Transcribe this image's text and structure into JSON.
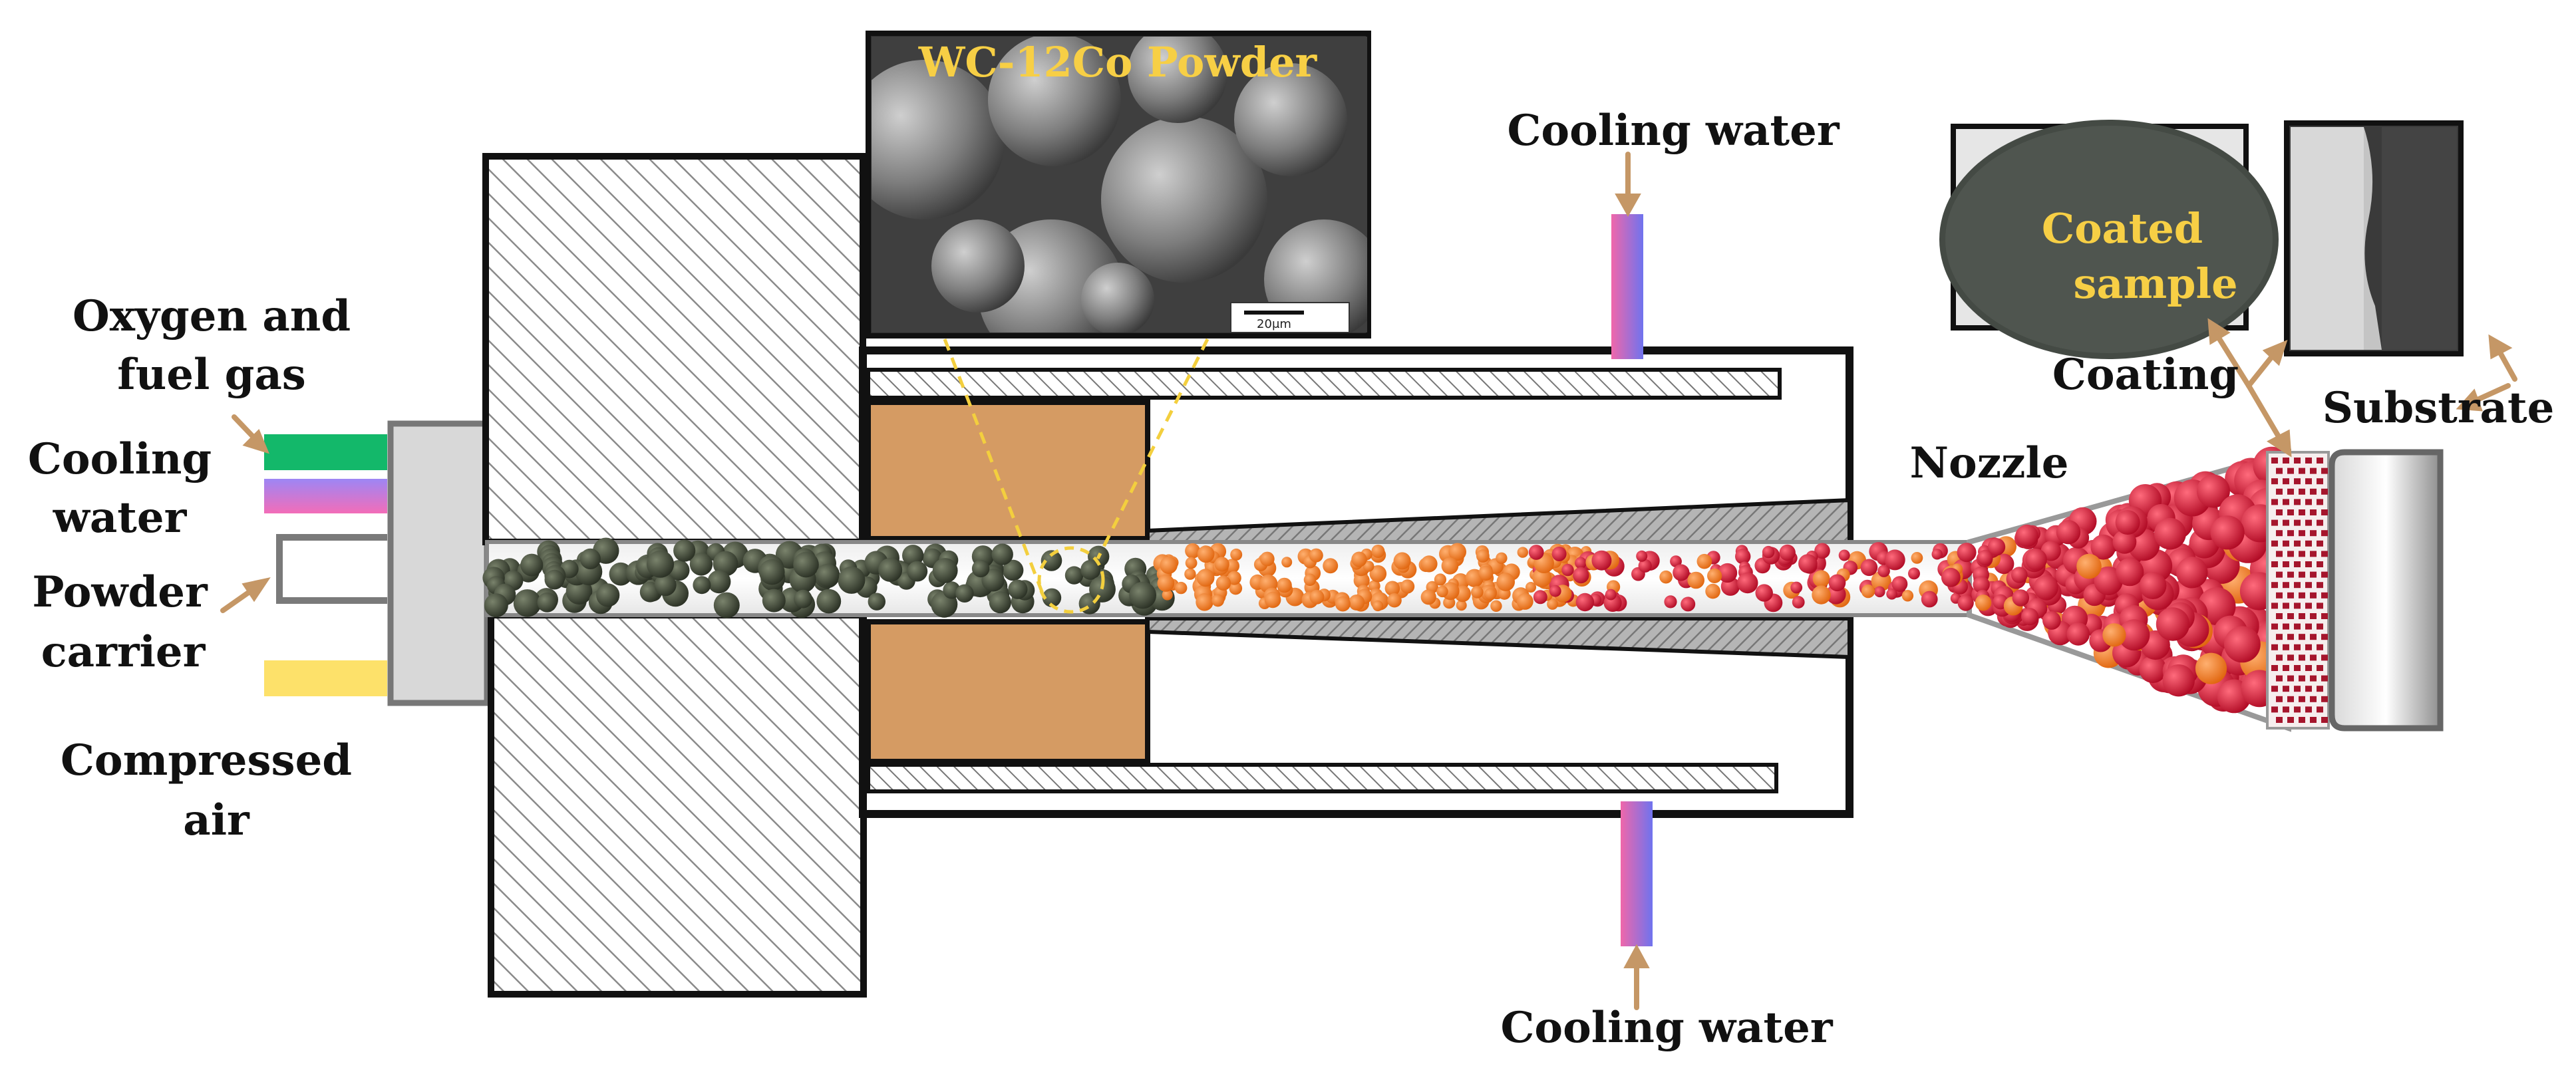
{
  "labels": {
    "oxygen_fuel_line1": "Oxygen and",
    "oxygen_fuel_line2": "fuel gas",
    "cooling_water_left_line1": "Cooling",
    "cooling_water_left_line2": "water",
    "powder_carrier_line1": "Powder",
    "powder_carrier_line2": "carrier",
    "compressed_air_line1": "Compressed",
    "compressed_air_line2": "air",
    "cooling_water_top": "Cooling water",
    "cooling_water_bottom": "Cooling water",
    "nozzle": "Nozzle",
    "coating": "Coating",
    "substrate": "Substrate",
    "coated_sample_line1": "Coated",
    "coated_sample_line2": "sample",
    "powder_inset_title": "WC-12Co Powder",
    "scale_bar": "20μm"
  },
  "colors": {
    "oxygen_fuel_line": "#13b86a",
    "compressed_air_line": "#fde16a",
    "cooling_gradient_start": "#b07ae0",
    "cooling_gradient_end": "#e86ab8",
    "cooling_tube_start": "#ef67a8",
    "cooling_tube_end": "#7b6fe8",
    "block_fill": "#d59b63",
    "arrow": "#c59766",
    "unmelted_particle": "#3d4535",
    "semi_melted_particle": "#ef7e25",
    "molten_particle": "#d31030",
    "inset_title": "#f7cf45"
  }
}
